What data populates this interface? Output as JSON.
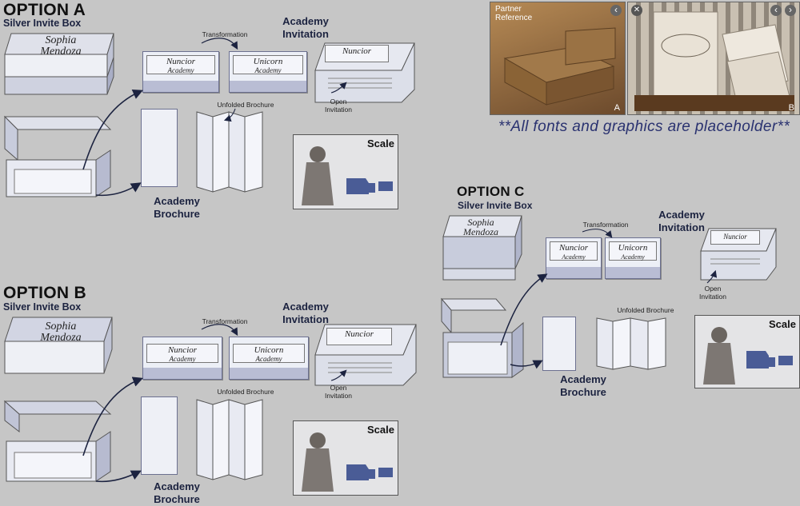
{
  "option_a": {
    "title": "OPTION A",
    "subtitle": "Silver Invite Box",
    "box_name_line1": "Sophia",
    "box_name_line2": "Mendoza",
    "transformation": "Transformation",
    "card1_line1": "Nuncior",
    "card1_line2": "Academy",
    "card2_line1": "Unicorn",
    "card2_line2": "Academy",
    "invitation_label_1": "Academy",
    "invitation_label_2": "Invitation",
    "open_invitation_1": "Open",
    "open_invitation_2": "Invitation",
    "unfolded_brochure": "Unfolded Brochure",
    "brochure_label_1": "Academy",
    "brochure_label_2": "Brochure",
    "scale": "Scale"
  },
  "option_b": {
    "title": "OPTION B",
    "subtitle": "Silver Invite Box",
    "box_name_line1": "Sophia",
    "box_name_line2": "Mendoza",
    "transformation": "Transformation",
    "card1_line1": "Nuncior",
    "card1_line2": "Academy",
    "card2_line1": "Unicorn",
    "card2_line2": "Academy",
    "invitation_label_1": "Academy",
    "invitation_label_2": "Invitation",
    "open_invitation_1": "Open",
    "open_invitation_2": "Invitation",
    "unfolded_brochure": "Unfolded Brochure",
    "brochure_label_1": "Academy",
    "brochure_label_2": "Brochure",
    "scale": "Scale"
  },
  "option_c": {
    "title": "OPTION C",
    "subtitle": "Silver Invite Box",
    "box_name_line1": "Sophia",
    "box_name_line2": "Mendoza",
    "transformation": "Transformation",
    "card1_line1": "Nuncior",
    "card1_line2": "Academy",
    "card2_line1": "Unicorn",
    "card2_line2": "Academy",
    "invitation_label_1": "Academy",
    "invitation_label_2": "Invitation",
    "open_invitation_1": "Open",
    "open_invitation_2": "Invitation",
    "unfolded_brochure": "Unfolded Brochure",
    "brochure_label_1": "Academy",
    "brochure_label_2": "Brochure",
    "scale": "Scale"
  },
  "reference": {
    "partner_1": "Partner",
    "partner_2": "Reference",
    "photo_a_letter": "A",
    "photo_b_letter": "B",
    "close_glyph": "✕",
    "prev_glyph": "‹",
    "next_glyph": "›"
  },
  "note": "**All fonts and graphics are placeholder**",
  "colors": {
    "background": "#c6c6c6",
    "accent_navy": "#1c2340",
    "silver_blue": "#b9bdd4",
    "note_blue": "#2a3270"
  }
}
